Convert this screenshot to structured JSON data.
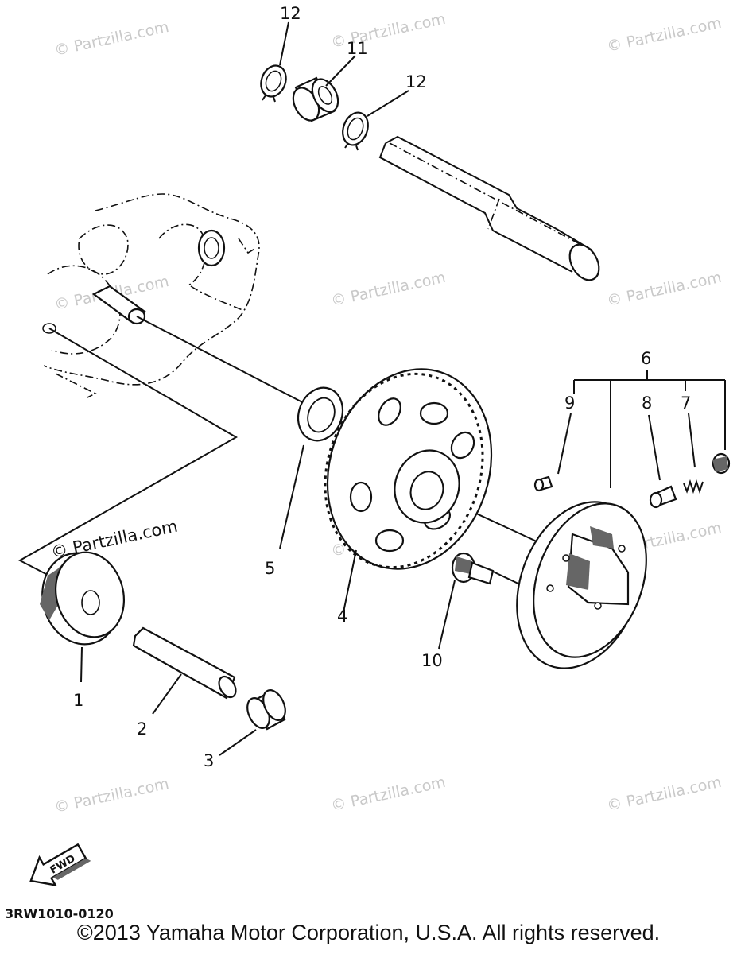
{
  "callouts": {
    "c1": "1",
    "c2": "2",
    "c3": "3",
    "c4": "4",
    "c5": "5",
    "c6": "6",
    "c7": "7",
    "c8": "8",
    "c9": "9",
    "c10": "10",
    "c11": "11",
    "c12a": "12",
    "c12b": "12"
  },
  "watermark": "© Partzilla.com",
  "fwd_label": "FWD",
  "diagram_code": "3RW1010-0120",
  "copyright": "©2013  Yamaha Motor Corporation, U.S.A. All rights reserved."
}
